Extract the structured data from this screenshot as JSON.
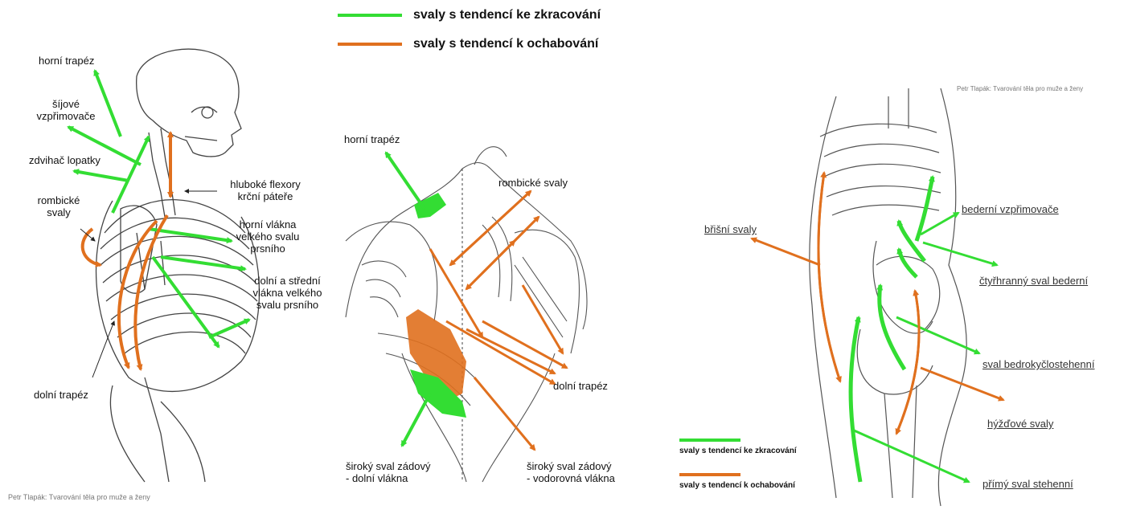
{
  "colors": {
    "shortening": "#33dd33",
    "weakening": "#e0701e",
    "drawing": "#444444"
  },
  "legend_top": {
    "shortening": "svaly s tendencí ke zkracování",
    "weakening": "svaly s tendencí k ochabování"
  },
  "credits": {
    "left": "Petr Tlapák: Tvarování těla pro muže a ženy",
    "right": "Petr Tlapák: Tvarování těla pro muže a ženy"
  },
  "left_panel": {
    "labels": {
      "horni_trapez": "horní trapéz",
      "sijove_line1": "šíjové",
      "sijove_line2": "vzpřimovače",
      "zdvihac": "zdvihač lopatky",
      "rombicke_line1": "rombické",
      "rombicke_line2": "svaly",
      "flexory_line1": "hluboké flexory",
      "flexory_line2": "krční páteře",
      "horni_vlakna_line1": "horní vlákna",
      "horni_vlakna_line2": "velkého svalu",
      "horni_vlakna_line3": "prsního",
      "dolni_vlakna_line1": "dolní a střední",
      "dolni_vlakna_line2": "vlákna velkého",
      "dolni_vlakna_line3": "svalu prsního",
      "dolni_trapez": "dolní trapéz"
    }
  },
  "middle_panel": {
    "labels": {
      "horni_trapez": "horní trapéz",
      "rombicke": "rombické svaly",
      "dolni_trapez": "dolní trapéz",
      "siroky_dolni_line1": "široký sval zádový",
      "siroky_dolni_line2": "- dolní vlákna",
      "siroky_vodorovna_line1": "široký sval zádový",
      "siroky_vodorovna_line2": "- vodorovná vlákna"
    }
  },
  "right_panel": {
    "labels": {
      "brisni": "břišní svaly",
      "bederni": "bederní vzpřimovače",
      "ctyrhranny": "čtyřhranný sval bederní",
      "bedrokyclo": "sval bedrokyčlostehenní",
      "hyzdove": "hýžďové svaly",
      "primy": "přímý sval stehenní"
    },
    "legend": {
      "shortening": "svaly s tendencí ke zkracování",
      "weakening": "svaly s tendencí k ochabování"
    }
  }
}
